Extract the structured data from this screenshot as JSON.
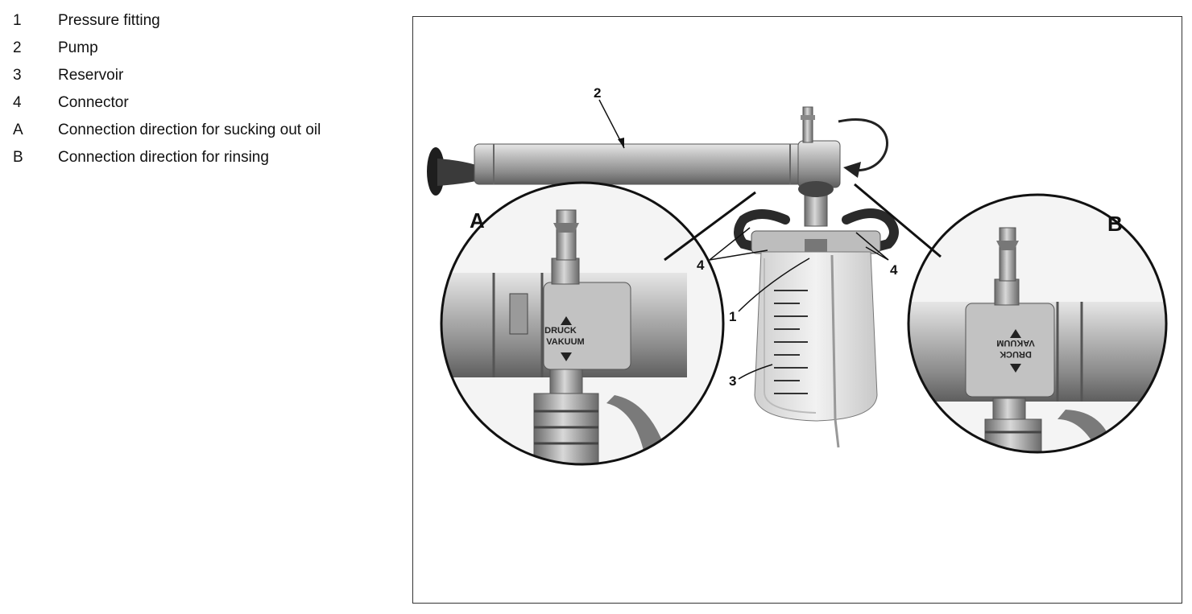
{
  "legend": [
    {
      "key": "1",
      "text": "Pressure fitting"
    },
    {
      "key": "2",
      "text": "Pump"
    },
    {
      "key": "3",
      "text": "Reservoir"
    },
    {
      "key": "4",
      "text": "Connector"
    },
    {
      "key": "A",
      "text": "Connection direction for sucking out oil"
    },
    {
      "key": "B",
      "text": "Connection direction for rinsing"
    }
  ],
  "figure": {
    "callouts": {
      "c1": "1",
      "c2": "2",
      "c3": "3",
      "c4_left": "4",
      "c4_right": "4",
      "A": "A",
      "B": "B"
    },
    "stamp_left": {
      "top": "DRUCK",
      "bottom": "VAKUUM"
    },
    "stamp_right": {
      "top": "DRUCK",
      "bottom": "VAKUUM"
    }
  }
}
